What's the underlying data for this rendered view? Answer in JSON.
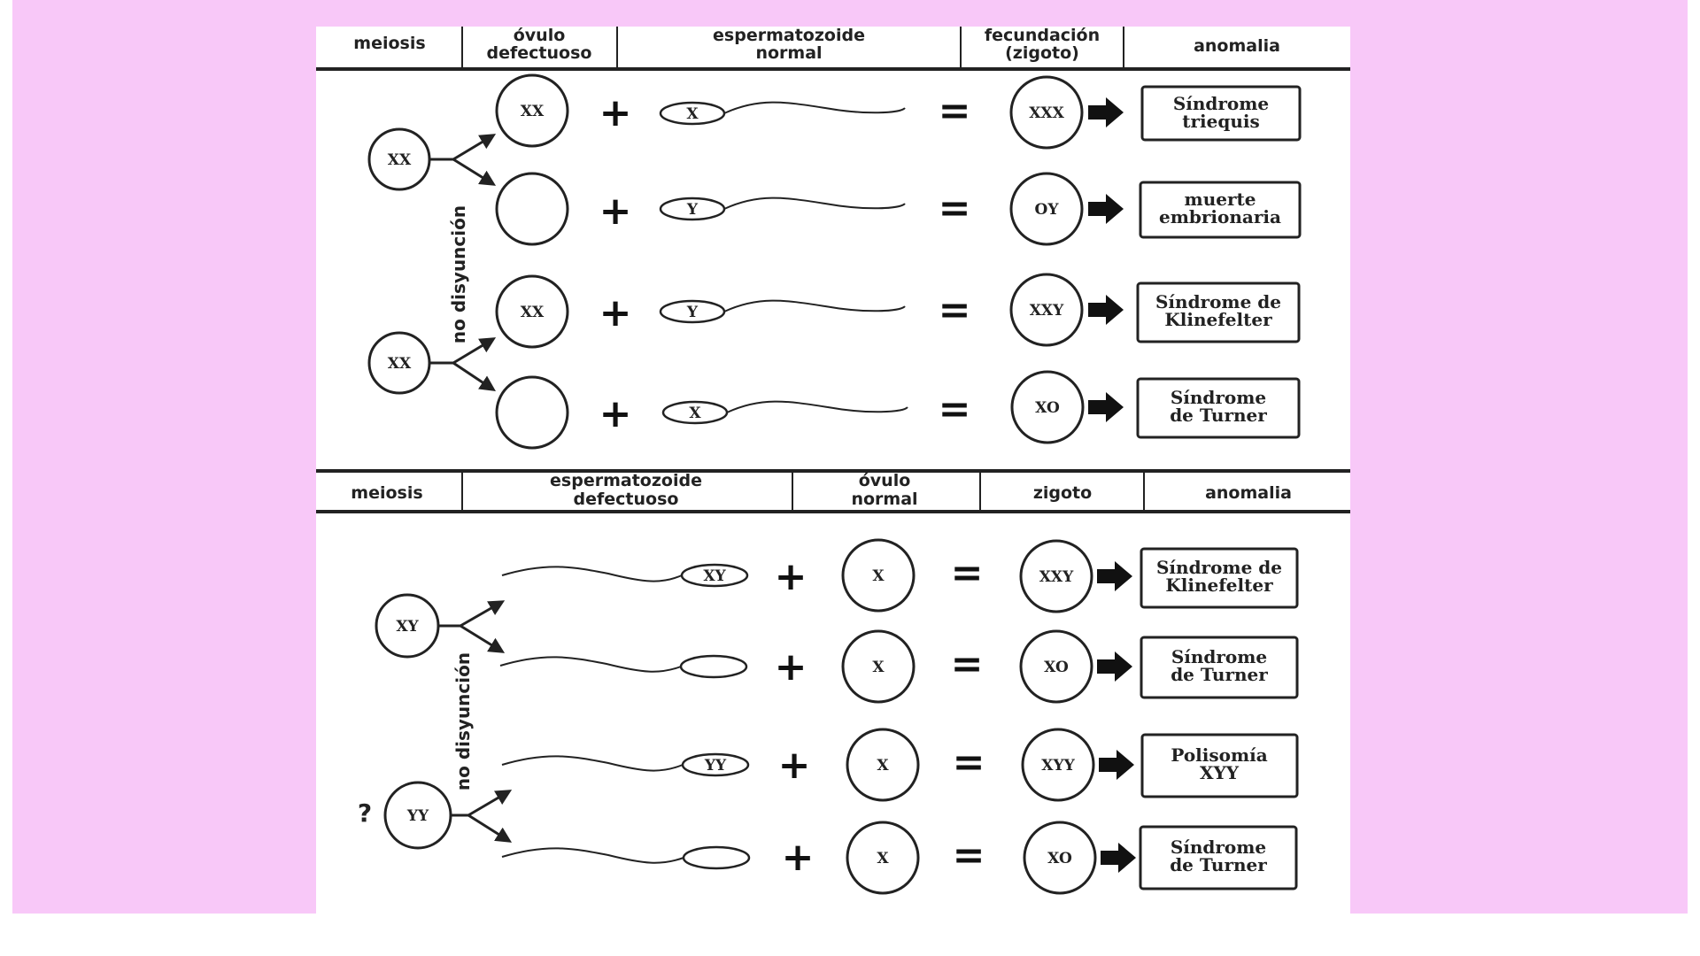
{
  "colors": {
    "background": "#f8c8f8",
    "panel": "#ffffff",
    "ink": "#222222"
  },
  "top": {
    "headers": {
      "meiosis": "meiosis",
      "ovule_1": "óvulo",
      "ovule_2": "defectuoso",
      "sperm_1": "espermatozoide",
      "sperm_2": "normal",
      "fert_1": "fecundación",
      "fert_2": "(zigoto)",
      "anomaly": "anomalia"
    },
    "side_label": "no disyunción",
    "parents": [
      "XX",
      "XX"
    ],
    "rows": [
      {
        "ovule": "XX",
        "sperm": "X",
        "zygote": "XXX",
        "result_1": "Síndrome",
        "result_2": "triequis"
      },
      {
        "ovule": "",
        "sperm": "Y",
        "zygote": "OY",
        "result_1": "muerte",
        "result_2": "embrionaria"
      },
      {
        "ovule": "XX",
        "sperm": "Y",
        "zygote": "XXY",
        "result_1": "Síndrome de",
        "result_2": "Klinefelter"
      },
      {
        "ovule": "",
        "sperm": "X",
        "zygote": "XO",
        "result_1": "Síndrome",
        "result_2": "de Turner"
      }
    ]
  },
  "bottom": {
    "headers": {
      "meiosis": "meiosis",
      "sperm_1": "espermatozoide",
      "sperm_2": "defectuoso",
      "ovule_1": "óvulo",
      "ovule_2": "normal",
      "zygote": "zigoto",
      "anomaly": "anomalia"
    },
    "side_label": "no disyunción",
    "question": "?",
    "parents": [
      "XY",
      "YY"
    ],
    "rows": [
      {
        "sperm": "XY",
        "ovule": "X",
        "zygote": "XXY",
        "result_1": "Síndrome de",
        "result_2": "Klinefelter"
      },
      {
        "sperm": "",
        "ovule": "X",
        "zygote": "XO",
        "result_1": "Síndrome",
        "result_2": "de Turner"
      },
      {
        "sperm": "YY",
        "ovule": "X",
        "zygote": "XYY",
        "result_1": "Polisomía",
        "result_2": "XYY"
      },
      {
        "sperm": "",
        "ovule": "X",
        "zygote": "XO",
        "result_1": "Síndrome",
        "result_2": "de Turner"
      }
    ]
  },
  "symbols": {
    "plus": "+",
    "equals": "="
  }
}
